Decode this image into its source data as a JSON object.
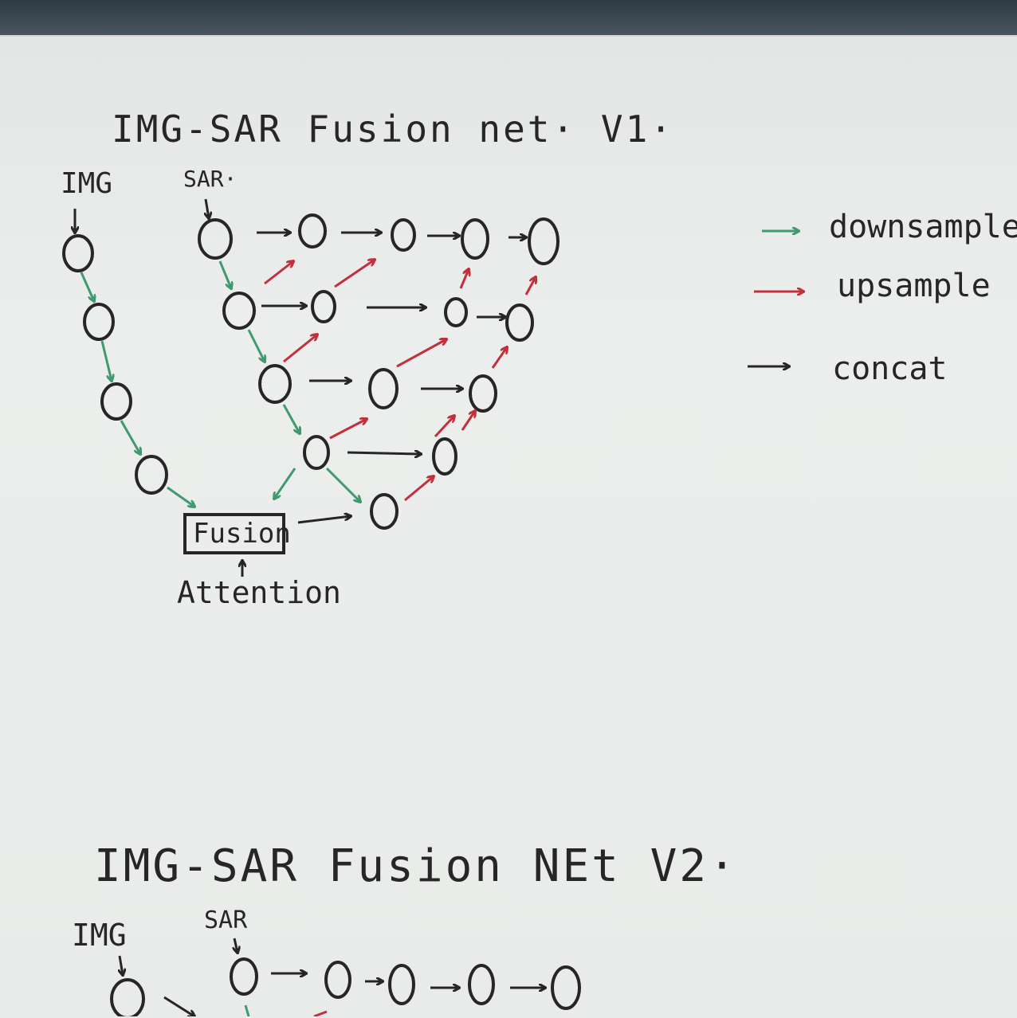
{
  "colors": {
    "downsample": "#3f9a6e",
    "upsample": "#c2313b",
    "concat": "#262626",
    "board": "#e9ebea",
    "frame": "#3b4650"
  },
  "v1": {
    "title": "IMG-SAR Fusion net· V1·",
    "img_label": "IMG",
    "sar_label": "SAR·",
    "fusion_label": "Fusion",
    "attention_label": "Attention"
  },
  "legend": {
    "downsample": "downsample.",
    "upsample": "upsample",
    "concat": "concat"
  },
  "v2": {
    "title": "IMG-SAR Fusion NEt V2·",
    "img_label": "IMG",
    "sar_label": "SAR"
  }
}
